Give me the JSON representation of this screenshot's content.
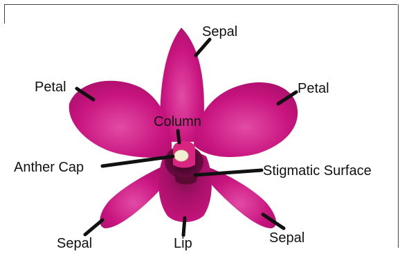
{
  "labels": {
    "sepal_top": "Sepal",
    "petal_left": "Petal",
    "petal_right": "Petal",
    "column": "Column",
    "anther_cap": "Anther Cap",
    "stigmatic_surface": "Stigmatic Surface",
    "sepal_bottom_left": "Sepal",
    "lip": "Lip",
    "sepal_bottom_right": "Sepal"
  },
  "colors": {
    "petal": "#c8147e",
    "petal_light": "#e04aa3",
    "petal_dark": "#8e0c5a",
    "throat": "#4a0a2e",
    "anther": "#f2efd2",
    "leader_line": "#111111"
  }
}
